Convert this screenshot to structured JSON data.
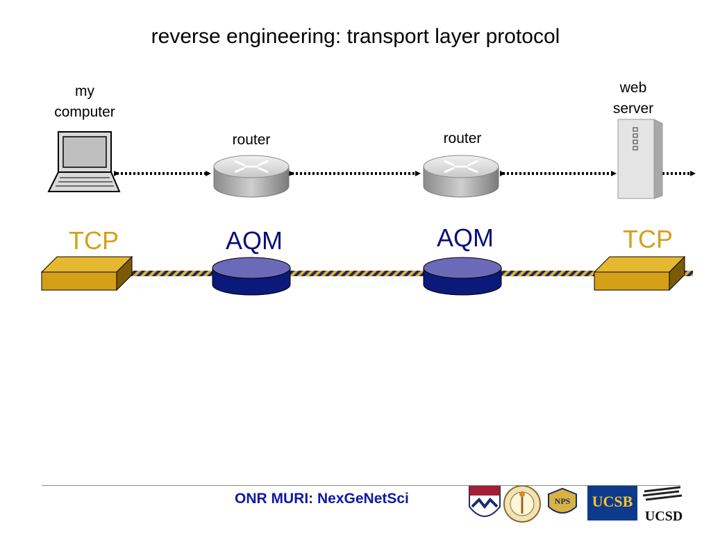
{
  "slide": {
    "title": "reverse engineering: transport layer protocol"
  },
  "nodes": {
    "computer_label": "my\ncomputer",
    "router1_label": "router",
    "router2_label": "router",
    "server_label": "web\nserver"
  },
  "layers": {
    "left": "TCP",
    "aqm1": "AQM",
    "aqm2": "AQM",
    "right": "TCP"
  },
  "footer": {
    "text": "ONR MURI: NexGeNetSci",
    "logo_ucsb": "UCSB",
    "logo_ucsd": "UCSD",
    "logo_nps": "NPS"
  },
  "colors": {
    "tcp": "#d4a017",
    "aqm": "#0b0f7a",
    "footer_text": "#0e1aa6",
    "router_gray": "#bdbdbd"
  }
}
